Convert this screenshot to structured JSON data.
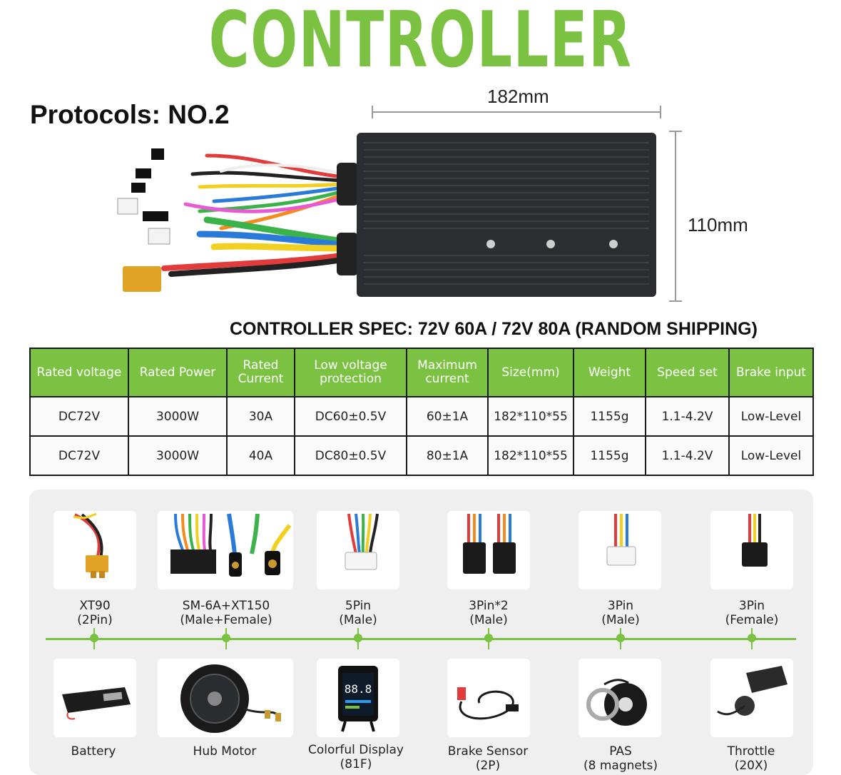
{
  "header": {
    "title": "CONTROLLER",
    "protocols": "Protocols: NO.2"
  },
  "dimensions": {
    "width": "182mm",
    "height": "110mm"
  },
  "spec_title": "CONTROLLER SPEC: 72V 60A / 72V 80A (RANDOM SHIPPING)",
  "spec_table": {
    "headers": [
      "Rated voltage",
      "Rated Power",
      "Rated Current",
      "Low voltage protection",
      "Maximum current",
      "Size(mm)",
      "Weight",
      "Speed set",
      "Brake input"
    ],
    "rows": [
      [
        "DC72V",
        "3000W",
        "30A",
        "DC60±0.5V",
        "60±1A",
        "182*110*55",
        "1155g",
        "1.1-4.2V",
        "Low-Level"
      ],
      [
        "DC72V",
        "3000W",
        "40A",
        "DC80±0.5V",
        "80±1A",
        "182*110*55",
        "1155g",
        "1.1-4.2V",
        "Low-Level"
      ]
    ]
  },
  "connectors": [
    {
      "line1": "XT90",
      "line2": "(2Pin)"
    },
    {
      "line1": "SM-6A+XT150",
      "line2": "(Male+Female)"
    },
    {
      "line1": "5Pin",
      "line2": "(Male)"
    },
    {
      "line1": "3Pin*2",
      "line2": "(Male)"
    },
    {
      "line1": "3Pin",
      "line2": "(Male)"
    },
    {
      "line1": "3Pin",
      "line2": "(Female)"
    }
  ],
  "parts": [
    {
      "line1": "Battery",
      "line2": ""
    },
    {
      "line1": "Hub Motor",
      "line2": ""
    },
    {
      "line1": "Colorful Display",
      "line2": "(81F)"
    },
    {
      "line1": "Brake Sensor",
      "line2": "(2P)"
    },
    {
      "line1": "PAS",
      "line2": "(8 magnets)"
    },
    {
      "line1": "Throttle",
      "line2": "(20X)"
    }
  ],
  "display_readout": "88.8",
  "colors": {
    "accent_green": "#7cc242",
    "table_border": "#1a1a1a",
    "panel_bg": "#efefef"
  }
}
